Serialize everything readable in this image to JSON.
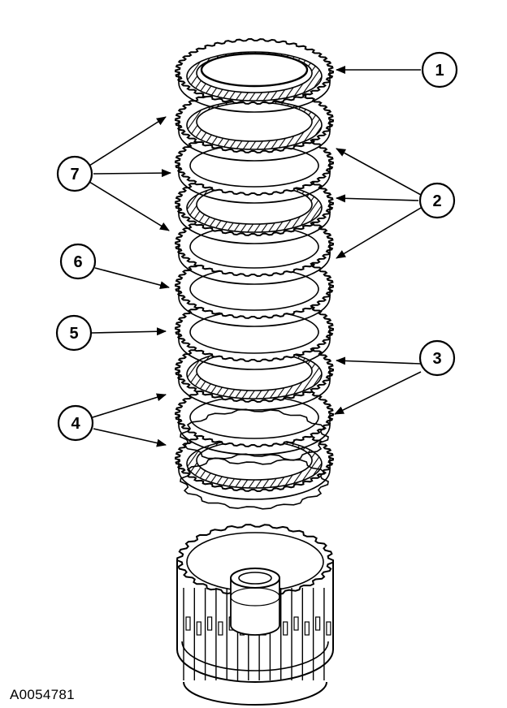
{
  "figure": {
    "id_label": "A0054781"
  },
  "callouts": [
    {
      "number": "1"
    },
    {
      "number": "2"
    },
    {
      "number": "3"
    },
    {
      "number": "4"
    },
    {
      "number": "5"
    },
    {
      "number": "6"
    },
    {
      "number": "7"
    }
  ],
  "colors": {
    "line": "#000000",
    "background": "#ffffff"
  }
}
